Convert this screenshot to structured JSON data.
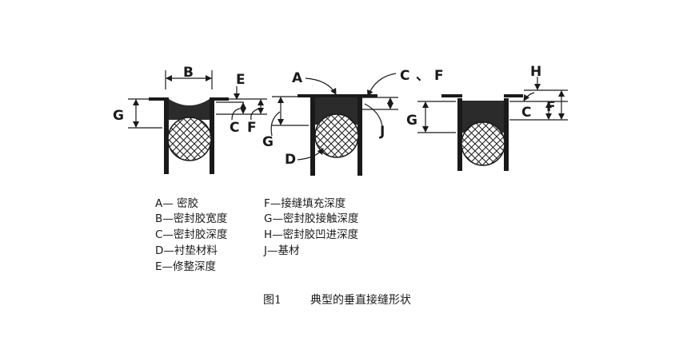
{
  "labels": {
    "a": "A",
    "b": "B",
    "c": "C",
    "d": "D",
    "e": "E",
    "f": "F",
    "g": "G",
    "h": "H",
    "j": "J",
    "sep": "、"
  },
  "legend": {
    "left": [
      "A— 密胶",
      "B—密封胶宽度",
      "C—密封胶深度",
      "D—衬垫材料",
      "E—修整深度"
    ],
    "right": [
      "F—接缝填充深度",
      "G—密封胶接触深度",
      "H—密封胶凹进深度",
      "J—基材"
    ]
  },
  "caption": {
    "number": "图1",
    "title": "典型的垂直接缝形状"
  },
  "colors": {
    "ink": "#1a1a1a",
    "sealant": "#2b2b2b",
    "background": "#ffffff"
  }
}
